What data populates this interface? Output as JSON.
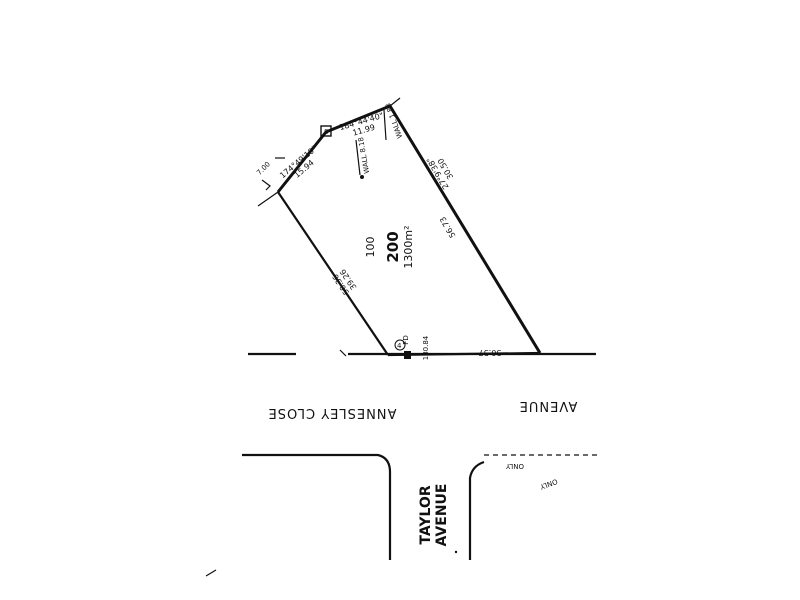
{
  "lot": {
    "number": "200",
    "area": "1300m²",
    "plan_ref": "100"
  },
  "dimensions": {
    "north_bearing": "184°44'40\"",
    "north_length": "11.99",
    "northwest_bearing": "174°49'10\"",
    "northwest_length": "15.94",
    "east_bearing": "27°9'38\"",
    "east_length": "56.73",
    "east_sub": "30.50",
    "west_length": "50.36",
    "west_sub": "39.26",
    "south_length": "30.57",
    "corner_short": "7.00",
    "post_label": "180.84",
    "fd_label": "FD",
    "fd_number": "4",
    "wall_east": "WALL 1.88",
    "wall_west": "WALL 8.18",
    "corner_tag": "8"
  },
  "roads": {
    "annesley": "ANNESLEY CLOSE",
    "avenue": "AVENUE",
    "taylor_line1": "TAYLOR",
    "taylor_line2": "AVENUE",
    "only": "ONLY"
  }
}
